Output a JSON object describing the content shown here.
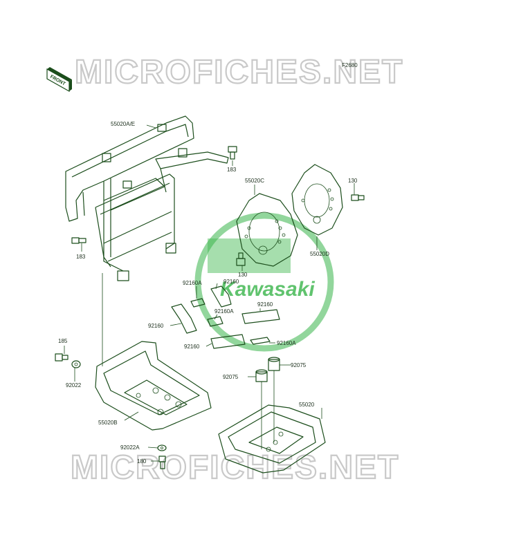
{
  "figure_code": "F2680",
  "front_badge": "FRONT",
  "watermark_text": "MICROFICHES.NET",
  "logo_text": "Kawasaki",
  "colors": {
    "line": "#1b4d1b",
    "logo": "#39b54a",
    "watermark": "#c9c9c9"
  },
  "parts": [
    "55020A/E",
    "183",
    "183",
    "55020C",
    "130",
    "130",
    "55020D",
    "92160A",
    "92160",
    "92160",
    "92160A",
    "92160",
    "92160",
    "92160",
    "92160A",
    "185",
    "92022",
    "92075",
    "92075",
    "55020",
    "55020B",
    "92022A",
    "180"
  ]
}
